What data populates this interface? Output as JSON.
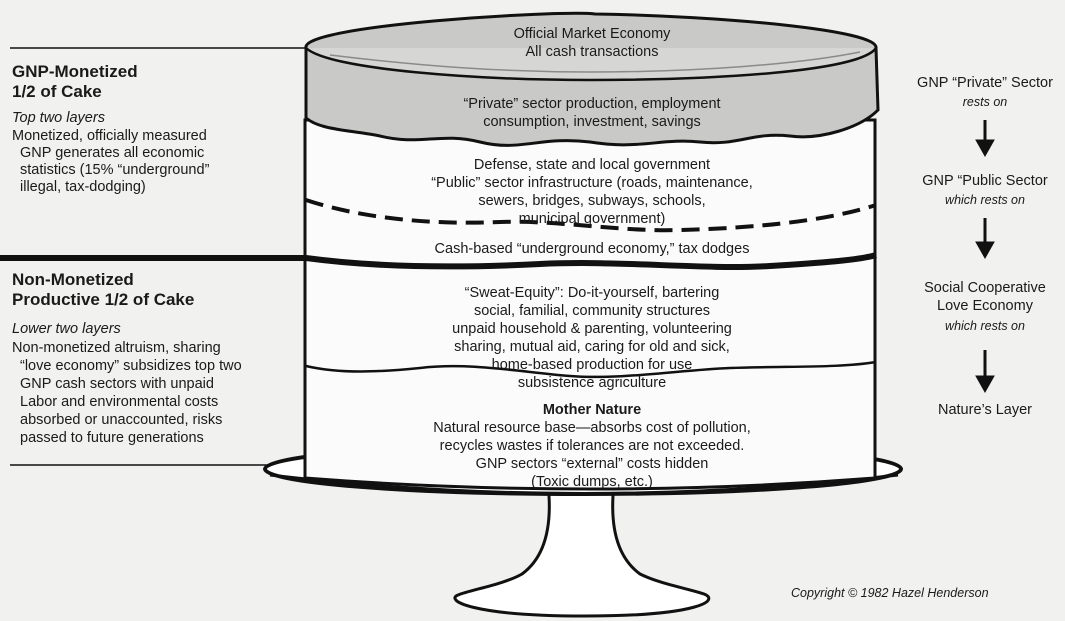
{
  "left": {
    "monetized": {
      "title_line1": "GNP-Monetized",
      "title_line2": "1/2 of Cake",
      "subtitle": "Top two layers",
      "body": [
        "Monetized, officially measured",
        "GNP generates all economic",
        "statistics (15% “underground”",
        "illegal, tax-dodging)"
      ]
    },
    "non_monetized": {
      "title_line1": "Non-Monetized",
      "title_line2": "Productive 1/2 of Cake",
      "subtitle": "Lower two layers",
      "body": [
        "Non-monetized altruism, sharing",
        "“love economy” subsidizes top two",
        "GNP cash sectors with unpaid",
        "Labor and environmental costs",
        "absorbed or unaccounted, risks",
        "passed to future generations"
      ]
    }
  },
  "cake": {
    "top": [
      "Official Market Economy",
      "All cash transactions"
    ],
    "private": [
      "“Private” sector production, employment",
      "consumption, investment, savings"
    ],
    "public": [
      "Defense, state and local government",
      "“Public” sector infrastructure (roads, maintenance,",
      "sewers, bridges, subways, schools,",
      "municipal government)"
    ],
    "underground": "Cash-based “underground economy,” tax dodges",
    "love": [
      "“Sweat-Equity”:  Do-it-yourself, bartering",
      "social, familial, community structures",
      "unpaid household & parenting, volunteering",
      "sharing,  mutual aid, caring for old and sick,",
      "home-based production for use",
      "subsistence agriculture"
    ],
    "nature_title": "Mother Nature",
    "nature": [
      "Natural resource base—absorbs cost of pollution,",
      "recycles wastes if  tolerances are not exceeded.",
      "GNP sectors “external” costs hidden",
      "(Toxic dumps, etc.)"
    ]
  },
  "right": {
    "private_label": "GNP “Private” Sector",
    "private_sub": "rests on",
    "public_label": "GNP “Public Sector",
    "public_sub": "which rests on",
    "love_line1": "Social Cooperative",
    "love_line2": "Love Economy",
    "love_sub": "which rests on",
    "nature_label": "Nature’s Layer"
  },
  "copyright": "Copyright © 1982 Hazel Henderson"
}
